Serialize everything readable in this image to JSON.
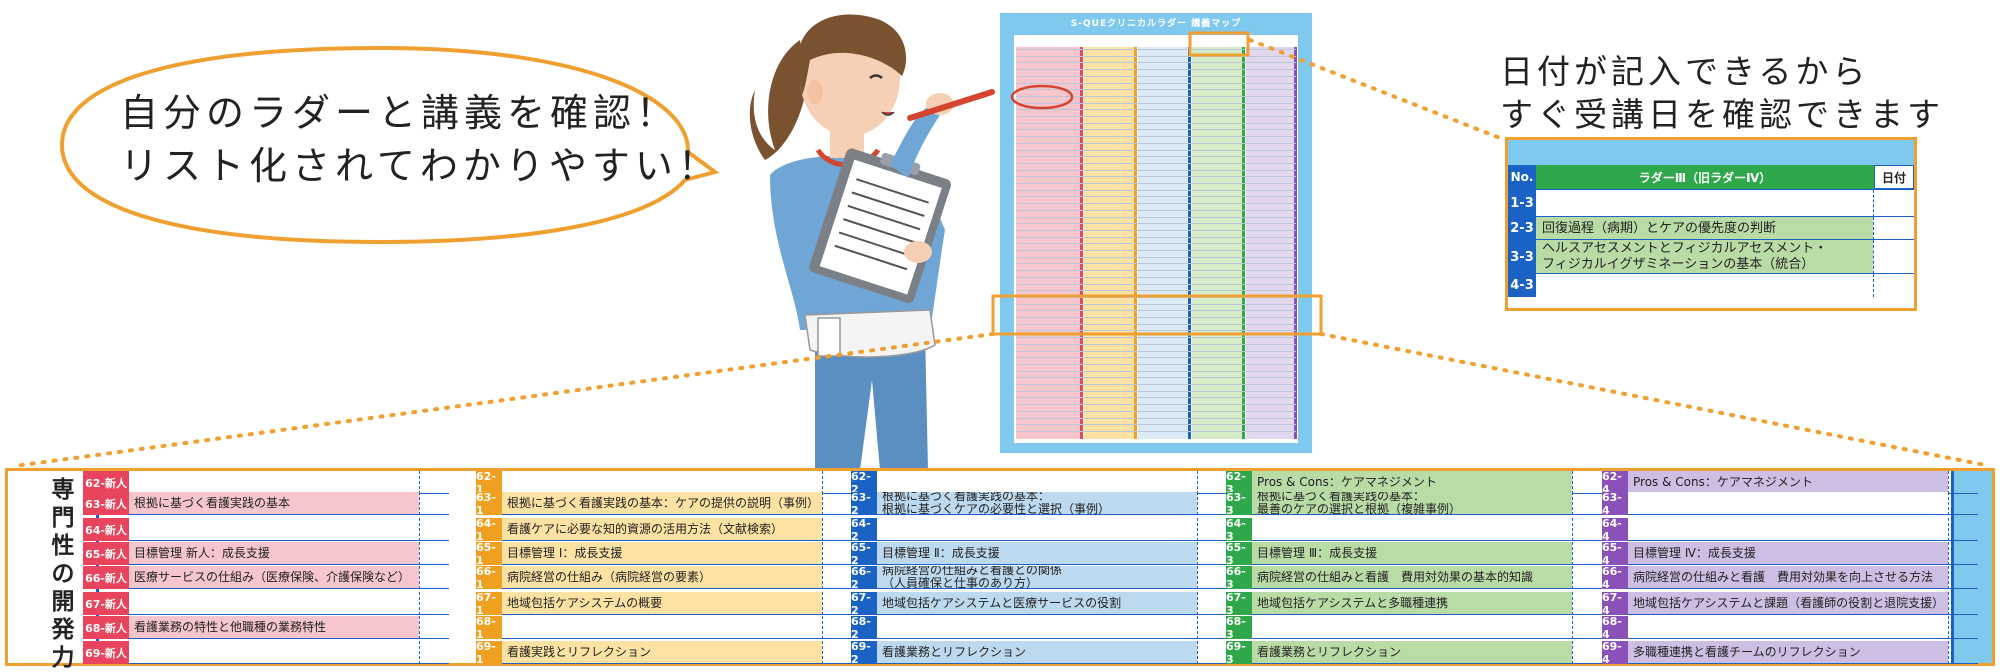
{
  "bubble": {
    "line1": "自分のラダーと講義を確認！",
    "line2": "リスト化されてわかりやすい！"
  },
  "caption": {
    "line1": "日付が記入できるから",
    "line2": "すぐ受講日を確認できます"
  },
  "poster": {
    "title": "S-QUEクリニカルラダー 講義マップ"
  },
  "zoom_table": {
    "header_no": "No.",
    "header_title": "ラダーⅢ（旧ラダーⅣ）",
    "header_date": "日付",
    "rows": [
      {
        "no": "1-3",
        "lines": [
          ""
        ]
      },
      {
        "no": "2-3",
        "lines": [
          "回復過程（病期）とケアの優先度の判断"
        ]
      },
      {
        "no": "3-3",
        "lines": [
          "ヘルスアセスメントとフィジカルアセスメント・",
          "フィジカルイグザミネーションの基本（統合）"
        ]
      },
      {
        "no": "4-3",
        "lines": [
          ""
        ]
      }
    ]
  },
  "strip": {
    "vertical_label": [
      "専",
      "門",
      "性",
      "の",
      "開",
      "発",
      "力"
    ],
    "columns": [
      {
        "color": "#e8445e",
        "fill": "#f7c6cc",
        "rows": [
          {
            "no": "62-新人",
            "lines": [
              ""
            ]
          },
          {
            "no": "63-新人",
            "lines": [
              "根拠に基づく看護実践の基本"
            ]
          },
          {
            "no": "64-新人",
            "lines": [
              ""
            ]
          },
          {
            "no": "65-新人",
            "lines": [
              "目標管理 新人：成長支援"
            ]
          },
          {
            "no": "66-新人",
            "lines": [
              "医療サービスの仕組み（医療保険、介護保険など）"
            ]
          },
          {
            "no": "67-新人",
            "lines": [
              ""
            ]
          },
          {
            "no": "68-新人",
            "lines": [
              "看護業務の特性と他職種の業務特性"
            ]
          },
          {
            "no": "69-新人",
            "lines": [
              ""
            ]
          }
        ]
      },
      {
        "color": "#f0a020",
        "fill": "#fde2a4",
        "rows": [
          {
            "no": "62-1",
            "lines": [
              ""
            ]
          },
          {
            "no": "63-1",
            "lines": [
              "根拠に基づく看護実践の基本：ケアの提供の説明（事例）"
            ]
          },
          {
            "no": "64-1",
            "lines": [
              "看護ケアに必要な知的資源の活用方法（文献検索）"
            ]
          },
          {
            "no": "65-1",
            "lines": [
              "目標管理 Ⅰ：成長支援"
            ]
          },
          {
            "no": "66-1",
            "lines": [
              "病院経営の仕組み（病院経営の要素）"
            ]
          },
          {
            "no": "67-1",
            "lines": [
              "地域包括ケアシステムの概要"
            ]
          },
          {
            "no": "68-1",
            "lines": [
              ""
            ]
          },
          {
            "no": "69-1",
            "lines": [
              "看護実践とリフレクション"
            ]
          }
        ]
      },
      {
        "color": "#1a63c4",
        "fill": "#bcd9ef",
        "rows": [
          {
            "no": "62-2",
            "lines": [
              ""
            ]
          },
          {
            "no": "63-2",
            "lines": [
              "根拠に基づく看護実践の基本：",
              "根拠に基づくケアの必要性と選択（事例）"
            ]
          },
          {
            "no": "64-2",
            "lines": [
              ""
            ]
          },
          {
            "no": "65-2",
            "lines": [
              "目標管理 Ⅱ：成長支援"
            ]
          },
          {
            "no": "66-2",
            "lines": [
              "病院経営の仕組みと看護との関係",
              "（人員確保と仕事のあり方）"
            ]
          },
          {
            "no": "67-2",
            "lines": [
              "地域包括ケアシステムと医療サービスの役割"
            ]
          },
          {
            "no": "68-2",
            "lines": [
              ""
            ]
          },
          {
            "no": "69-2",
            "lines": [
              "看護業務とリフレクション"
            ]
          }
        ]
      },
      {
        "color": "#2ea84a",
        "fill": "#b9dca6",
        "rows": [
          {
            "no": "62-3",
            "lines": [
              "Pros & Cons：ケアマネジメント"
            ]
          },
          {
            "no": "63-3",
            "lines": [
              "根拠に基づく看護実践の基本：",
              "最善のケアの選択と根拠（複雑事例）"
            ]
          },
          {
            "no": "64-3",
            "lines": [
              ""
            ]
          },
          {
            "no": "65-3",
            "lines": [
              "目標管理 Ⅲ：成長支援"
            ]
          },
          {
            "no": "66-3",
            "lines": [
              "病院経営の仕組みと看護　費用対効果の基本的知識"
            ]
          },
          {
            "no": "67-3",
            "lines": [
              "地域包括ケアシステムと多職種連携"
            ]
          },
          {
            "no": "68-3",
            "lines": [
              ""
            ]
          },
          {
            "no": "69-3",
            "lines": [
              "看護業務とリフレクション"
            ]
          }
        ]
      },
      {
        "color": "#8a52b8",
        "fill": "#cdbfe3",
        "rows": [
          {
            "no": "62-4",
            "lines": [
              "Pros & Cons：ケアマネジメント"
            ]
          },
          {
            "no": "63-4",
            "lines": [
              ""
            ]
          },
          {
            "no": "64-4",
            "lines": [
              ""
            ]
          },
          {
            "no": "65-4",
            "lines": [
              "目標管理 Ⅳ：成長支援"
            ]
          },
          {
            "no": "66-4",
            "lines": [
              "病院経営の仕組みと看護　費用対効果を向上させる方法"
            ]
          },
          {
            "no": "67-4",
            "lines": [
              "地域包括ケアシステムと課題（看護師の役割と退院支援）"
            ]
          },
          {
            "no": "68-4",
            "lines": [
              ""
            ]
          },
          {
            "no": "69-4",
            "lines": [
              "多職種連携と看護チームのリフレクション"
            ]
          }
        ]
      }
    ]
  }
}
